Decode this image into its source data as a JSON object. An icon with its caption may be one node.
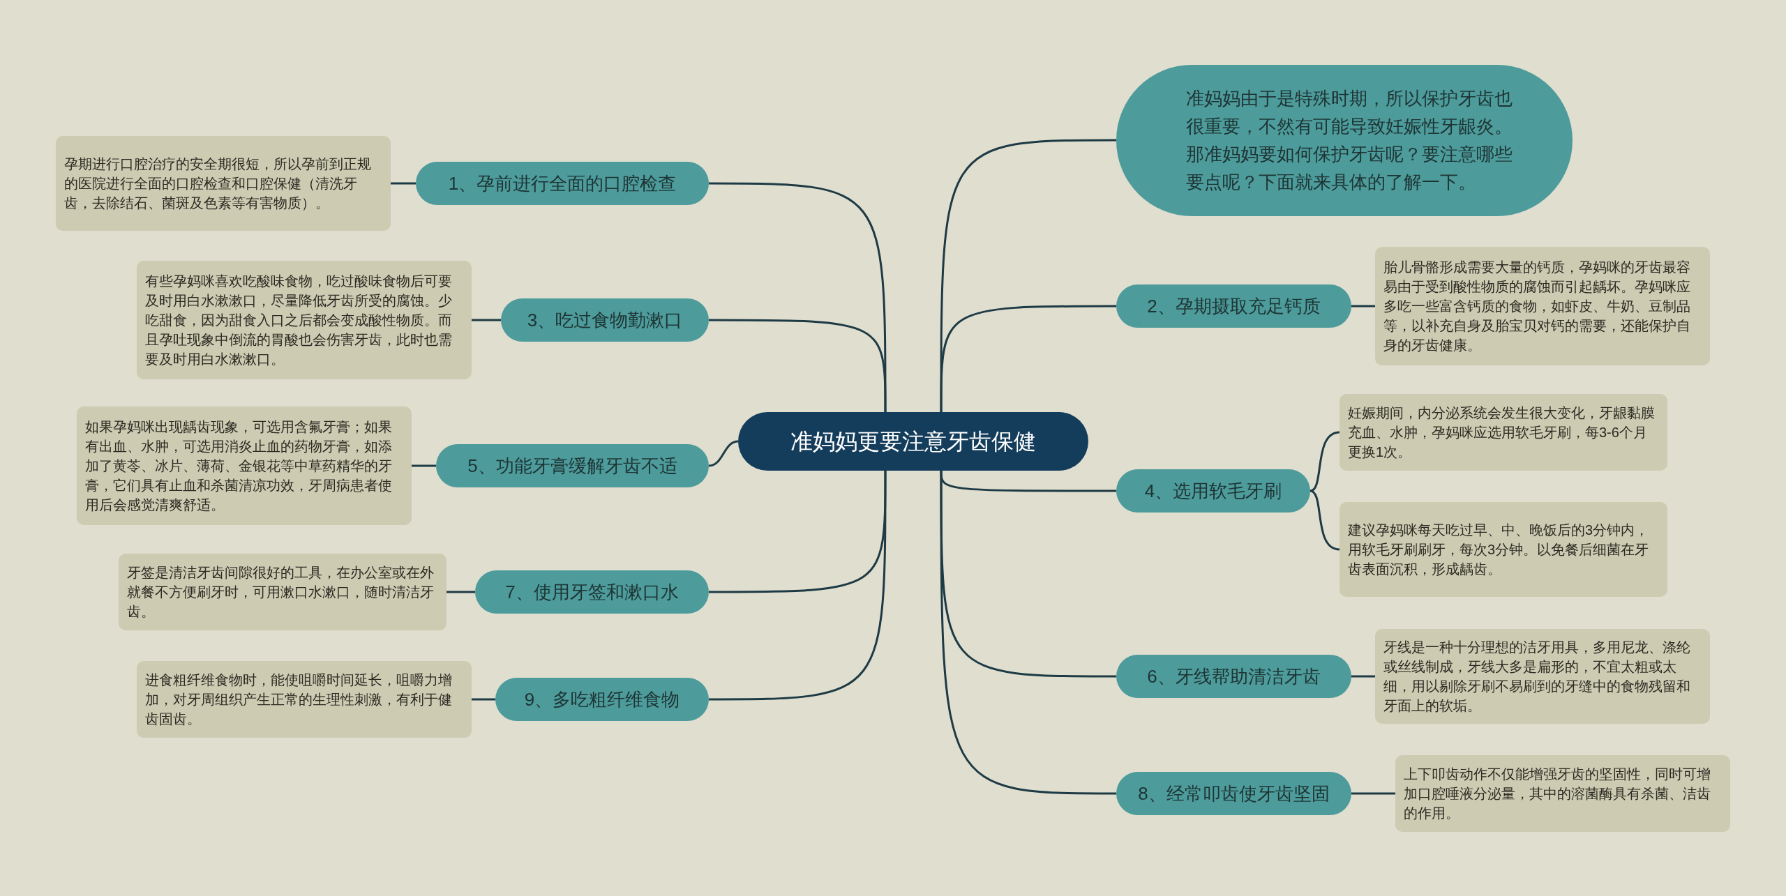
{
  "diagram": {
    "nodes": [
      {
        "text": [
          "准妈妈更要注意牙齿保健"
        ]
      },
      {
        "text": [
          "准妈妈由于是特殊时期，所以保护牙齿也很重要，不然有可能导致妊娠性牙龈炎。那准妈妈要如何保护牙齿呢？要注意哪些要点呢？下面就来具体的了解一下。"
        ]
      },
      {
        "text": [
          "1、孕前进行全面的口腔检查"
        ]
      },
      {
        "text": [
          "孕期进行口腔治疗的安全期很短，所以孕前到正规的医院进行全面的口腔检查和口腔保健（清洗牙齿，去除结石、菌斑及色素等有害物质）。"
        ]
      },
      {
        "text": [
          "2、孕期摄取充足钙质"
        ]
      },
      {
        "text": [
          "胎儿骨骼形成需要大量的钙质，孕妈咪的牙齿最容易由于受到酸性物质的腐蚀而引起龋坏。孕妈咪应多吃一些富含钙质的食物，如虾皮、牛奶、豆制品等，以补充自身及胎宝贝对钙的需要，还能保护自身的牙齿健康。"
        ]
      },
      {
        "text": [
          "3、吃过食物勤漱口"
        ]
      },
      {
        "text": [
          "有些孕妈咪喜欢吃酸味食物，吃过酸味食物后可要及时用白水漱漱口，尽量降低牙齿所受的腐蚀。少吃甜食，因为甜食入口之后都会变成酸性物质。而且孕吐现象中倒流的胃酸也会伤害牙齿，此时也需要及时用白水漱漱口。"
        ]
      },
      {
        "text": [
          "4、选用软毛牙刷"
        ]
      },
      {
        "text": [
          "妊娠期间，内分泌系统会发生很大变化，牙龈黏膜充血、水肿，孕妈咪应选用软毛牙刷，每3-6个月更换1次。"
        ]
      },
      {
        "text": [
          "建议孕妈咪每天吃过早、中、晚饭后的3分钟内，用软毛牙刷刷牙，每次3分钟。以免餐后细菌在牙齿表面沉积，形成龋齿。"
        ]
      },
      {
        "text": [
          "5、功能牙膏缓解牙齿不适"
        ]
      },
      {
        "text": [
          "如果孕妈咪出现龋齿现象，可选用含氟牙膏；如果有出血、水肿，可选用消炎止血的药物牙膏，如添加了黄苓、冰片、薄荷、金银花等中草药精华的牙膏，它们具有止血和杀菌清凉功效，牙周病患者使用后会感觉清爽舒适。"
        ]
      },
      {
        "text": [
          "6、牙线帮助清洁牙齿"
        ]
      },
      {
        "text": [
          "牙线是一种十分理想的洁牙用具，多用尼龙、涤纶或丝线制成，牙线大多是扁形的，不宜太粗或太细，用以剔除牙刷不易刷到的牙缝中的食物残留和牙面上的软垢。"
        ]
      },
      {
        "text": [
          "7、使用牙签和漱口水"
        ]
      },
      {
        "text": [
          "牙签是清洁牙齿间隙很好的工具，在办公室或在外就餐不方便刷牙时，可用漱口水漱口，随时清洁牙齿。"
        ]
      },
      {
        "text": [
          "8、经常叩齿使牙齿坚固"
        ]
      },
      {
        "text": [
          "上下叩齿动作不仅能增强牙齿的坚固性，同时可增加口腔唾液分泌量，其中的溶菌酶具有杀菌、洁齿的作用。"
        ]
      },
      {
        "text": [
          "9、多吃粗纤维食物"
        ]
      },
      {
        "text": [
          "进食粗纤维食物时，能使咀嚼时间延长，咀嚼力增加，对牙周组织产生正常的生理性刺激，有利于健齿固齿。"
        ]
      }
    ],
    "edges": [
      {
        "from": 0,
        "to": 1,
        "arrow": "none"
      },
      {
        "from": 0,
        "to": 2,
        "arrow": "none"
      },
      {
        "from": 2,
        "to": 3,
        "arrow": "none"
      },
      {
        "from": 0,
        "to": 4,
        "arrow": "none"
      },
      {
        "from": 4,
        "to": 5,
        "arrow": "none"
      },
      {
        "from": 0,
        "to": 6,
        "arrow": "none"
      },
      {
        "from": 6,
        "to": 7,
        "arrow": "none"
      },
      {
        "from": 0,
        "to": 8,
        "arrow": "none"
      },
      {
        "from": 8,
        "to": 9,
        "arrow": "none"
      },
      {
        "from": 8,
        "to": 10,
        "arrow": "none"
      },
      {
        "from": 0,
        "to": 11,
        "arrow": "none"
      },
      {
        "from": 11,
        "to": 12,
        "arrow": "none"
      },
      {
        "from": 0,
        "to": 13,
        "arrow": "none"
      },
      {
        "from": 13,
        "to": 14,
        "arrow": "none"
      },
      {
        "from": 0,
        "to": 15,
        "arrow": "none"
      },
      {
        "from": 15,
        "to": 16,
        "arrow": "none"
      },
      {
        "from": 0,
        "to": 17,
        "arrow": "none"
      },
      {
        "from": 17,
        "to": 18,
        "arrow": "none"
      },
      {
        "from": 0,
        "to": 19,
        "arrow": "none"
      },
      {
        "from": 19,
        "to": 20,
        "arrow": "none"
      }
    ]
  }
}
